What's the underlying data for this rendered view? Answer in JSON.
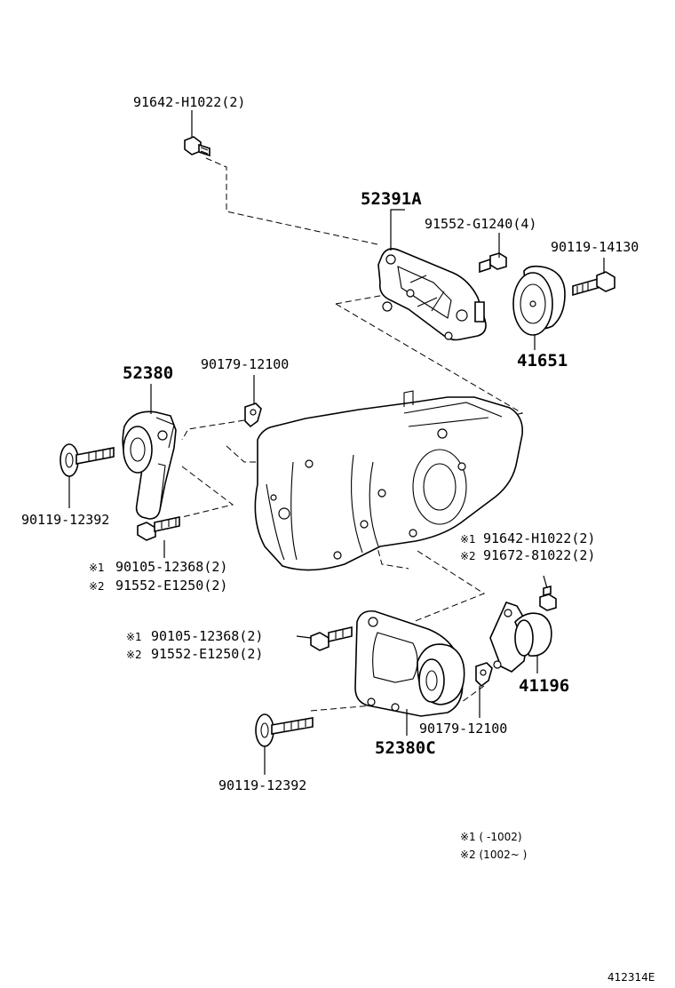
{
  "labels": {
    "bolt_top": "91642-H1022(2)",
    "bracket_rear": "52391A",
    "bolt_bracket_rear": "91552-G1240(4)",
    "bolt_damper_top": "90119-14130",
    "damper_top": "41651",
    "mount_left": "52380",
    "clip_left": "90179-12100",
    "stud_left": "90119-12392",
    "bolt_left_1": "90105-12368(2)",
    "bolt_left_2": "91552-E1250(2)",
    "bolt_right_1": "91642-H1022(2)",
    "bolt_right_2": "91672-81022(2)",
    "damper_right": "41196",
    "bolt_front_1": "90105-12368(2)",
    "bolt_front_2": "91552-E1250(2)",
    "clip_front": "90179-12100",
    "mount_front": "52380C",
    "stud_front": "90119-12392"
  },
  "markers": {
    "m1": "※1",
    "m2": "※2"
  },
  "notes": {
    "n1": "※1 (    -1002)",
    "n2": "※2 (1002~    )"
  },
  "figure_code": "412314E"
}
